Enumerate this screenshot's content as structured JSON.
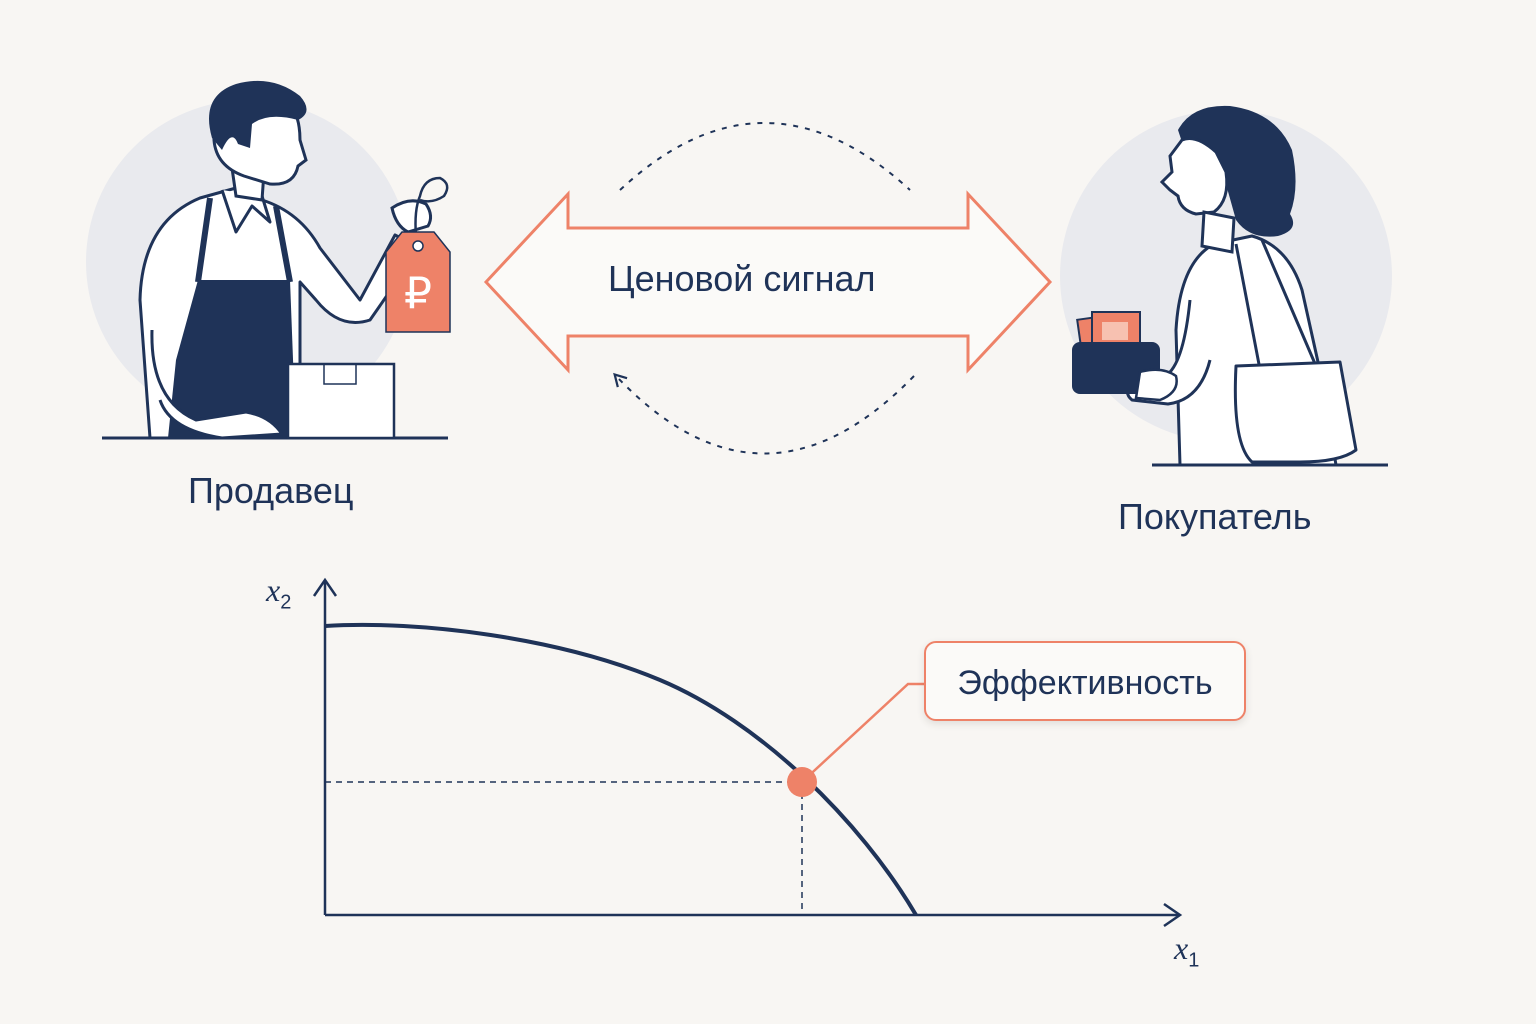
{
  "diagram": {
    "seller_label": "Продавец",
    "buyer_label": "Покупатель",
    "signal_label": "Ценовой сигнал",
    "price_tag_symbol": "₽"
  },
  "chart_data": {
    "type": "line",
    "x_axis_symbol": "x",
    "x_axis_subscript": "1",
    "y_axis_symbol": "x",
    "y_axis_subscript": "2",
    "annotation": "Эффективность"
  },
  "colors": {
    "navy": "#1f3358",
    "coral": "#ee8268",
    "background": "#f8f6f3",
    "circle_bg": "#e9eaee"
  }
}
